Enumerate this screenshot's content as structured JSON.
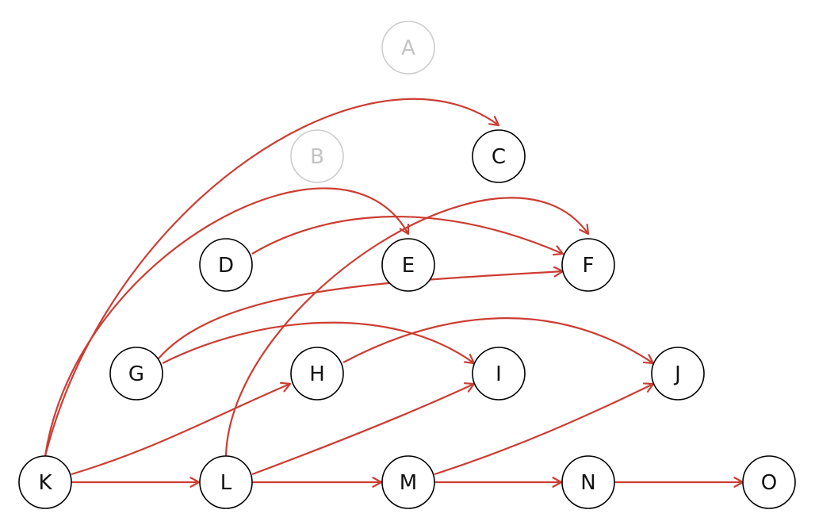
{
  "graph": {
    "colors": {
      "edge": "#cc3d33",
      "node_stroke": "#000000",
      "node_text": "#111111",
      "faded_stroke": "#cccccc",
      "faded_text": "#c4c4c4",
      "background": "#ffffff"
    },
    "nodes": [
      {
        "id": "A",
        "label": "A",
        "faded": true
      },
      {
        "id": "B",
        "label": "B",
        "faded": true
      },
      {
        "id": "C",
        "label": "C",
        "faded": false
      },
      {
        "id": "D",
        "label": "D",
        "faded": false
      },
      {
        "id": "E",
        "label": "E",
        "faded": false
      },
      {
        "id": "F",
        "label": "F",
        "faded": false
      },
      {
        "id": "G",
        "label": "G",
        "faded": false
      },
      {
        "id": "H",
        "label": "H",
        "faded": false
      },
      {
        "id": "I",
        "label": "I",
        "faded": false
      },
      {
        "id": "J",
        "label": "J",
        "faded": false
      },
      {
        "id": "K",
        "label": "K",
        "faded": false
      },
      {
        "id": "L",
        "label": "L",
        "faded": false
      },
      {
        "id": "M",
        "label": "M",
        "faded": false
      },
      {
        "id": "N",
        "label": "N",
        "faded": false
      },
      {
        "id": "O",
        "label": "O",
        "faded": false
      }
    ],
    "edges": [
      {
        "from": "K",
        "to": "C"
      },
      {
        "from": "K",
        "to": "E"
      },
      {
        "from": "K",
        "to": "H"
      },
      {
        "from": "K",
        "to": "L"
      },
      {
        "from": "L",
        "to": "F"
      },
      {
        "from": "L",
        "to": "I"
      },
      {
        "from": "L",
        "to": "M"
      },
      {
        "from": "D",
        "to": "F"
      },
      {
        "from": "G",
        "to": "F"
      },
      {
        "from": "G",
        "to": "I"
      },
      {
        "from": "H",
        "to": "J"
      },
      {
        "from": "M",
        "to": "J"
      },
      {
        "from": "M",
        "to": "N"
      },
      {
        "from": "N",
        "to": "O"
      }
    ]
  }
}
